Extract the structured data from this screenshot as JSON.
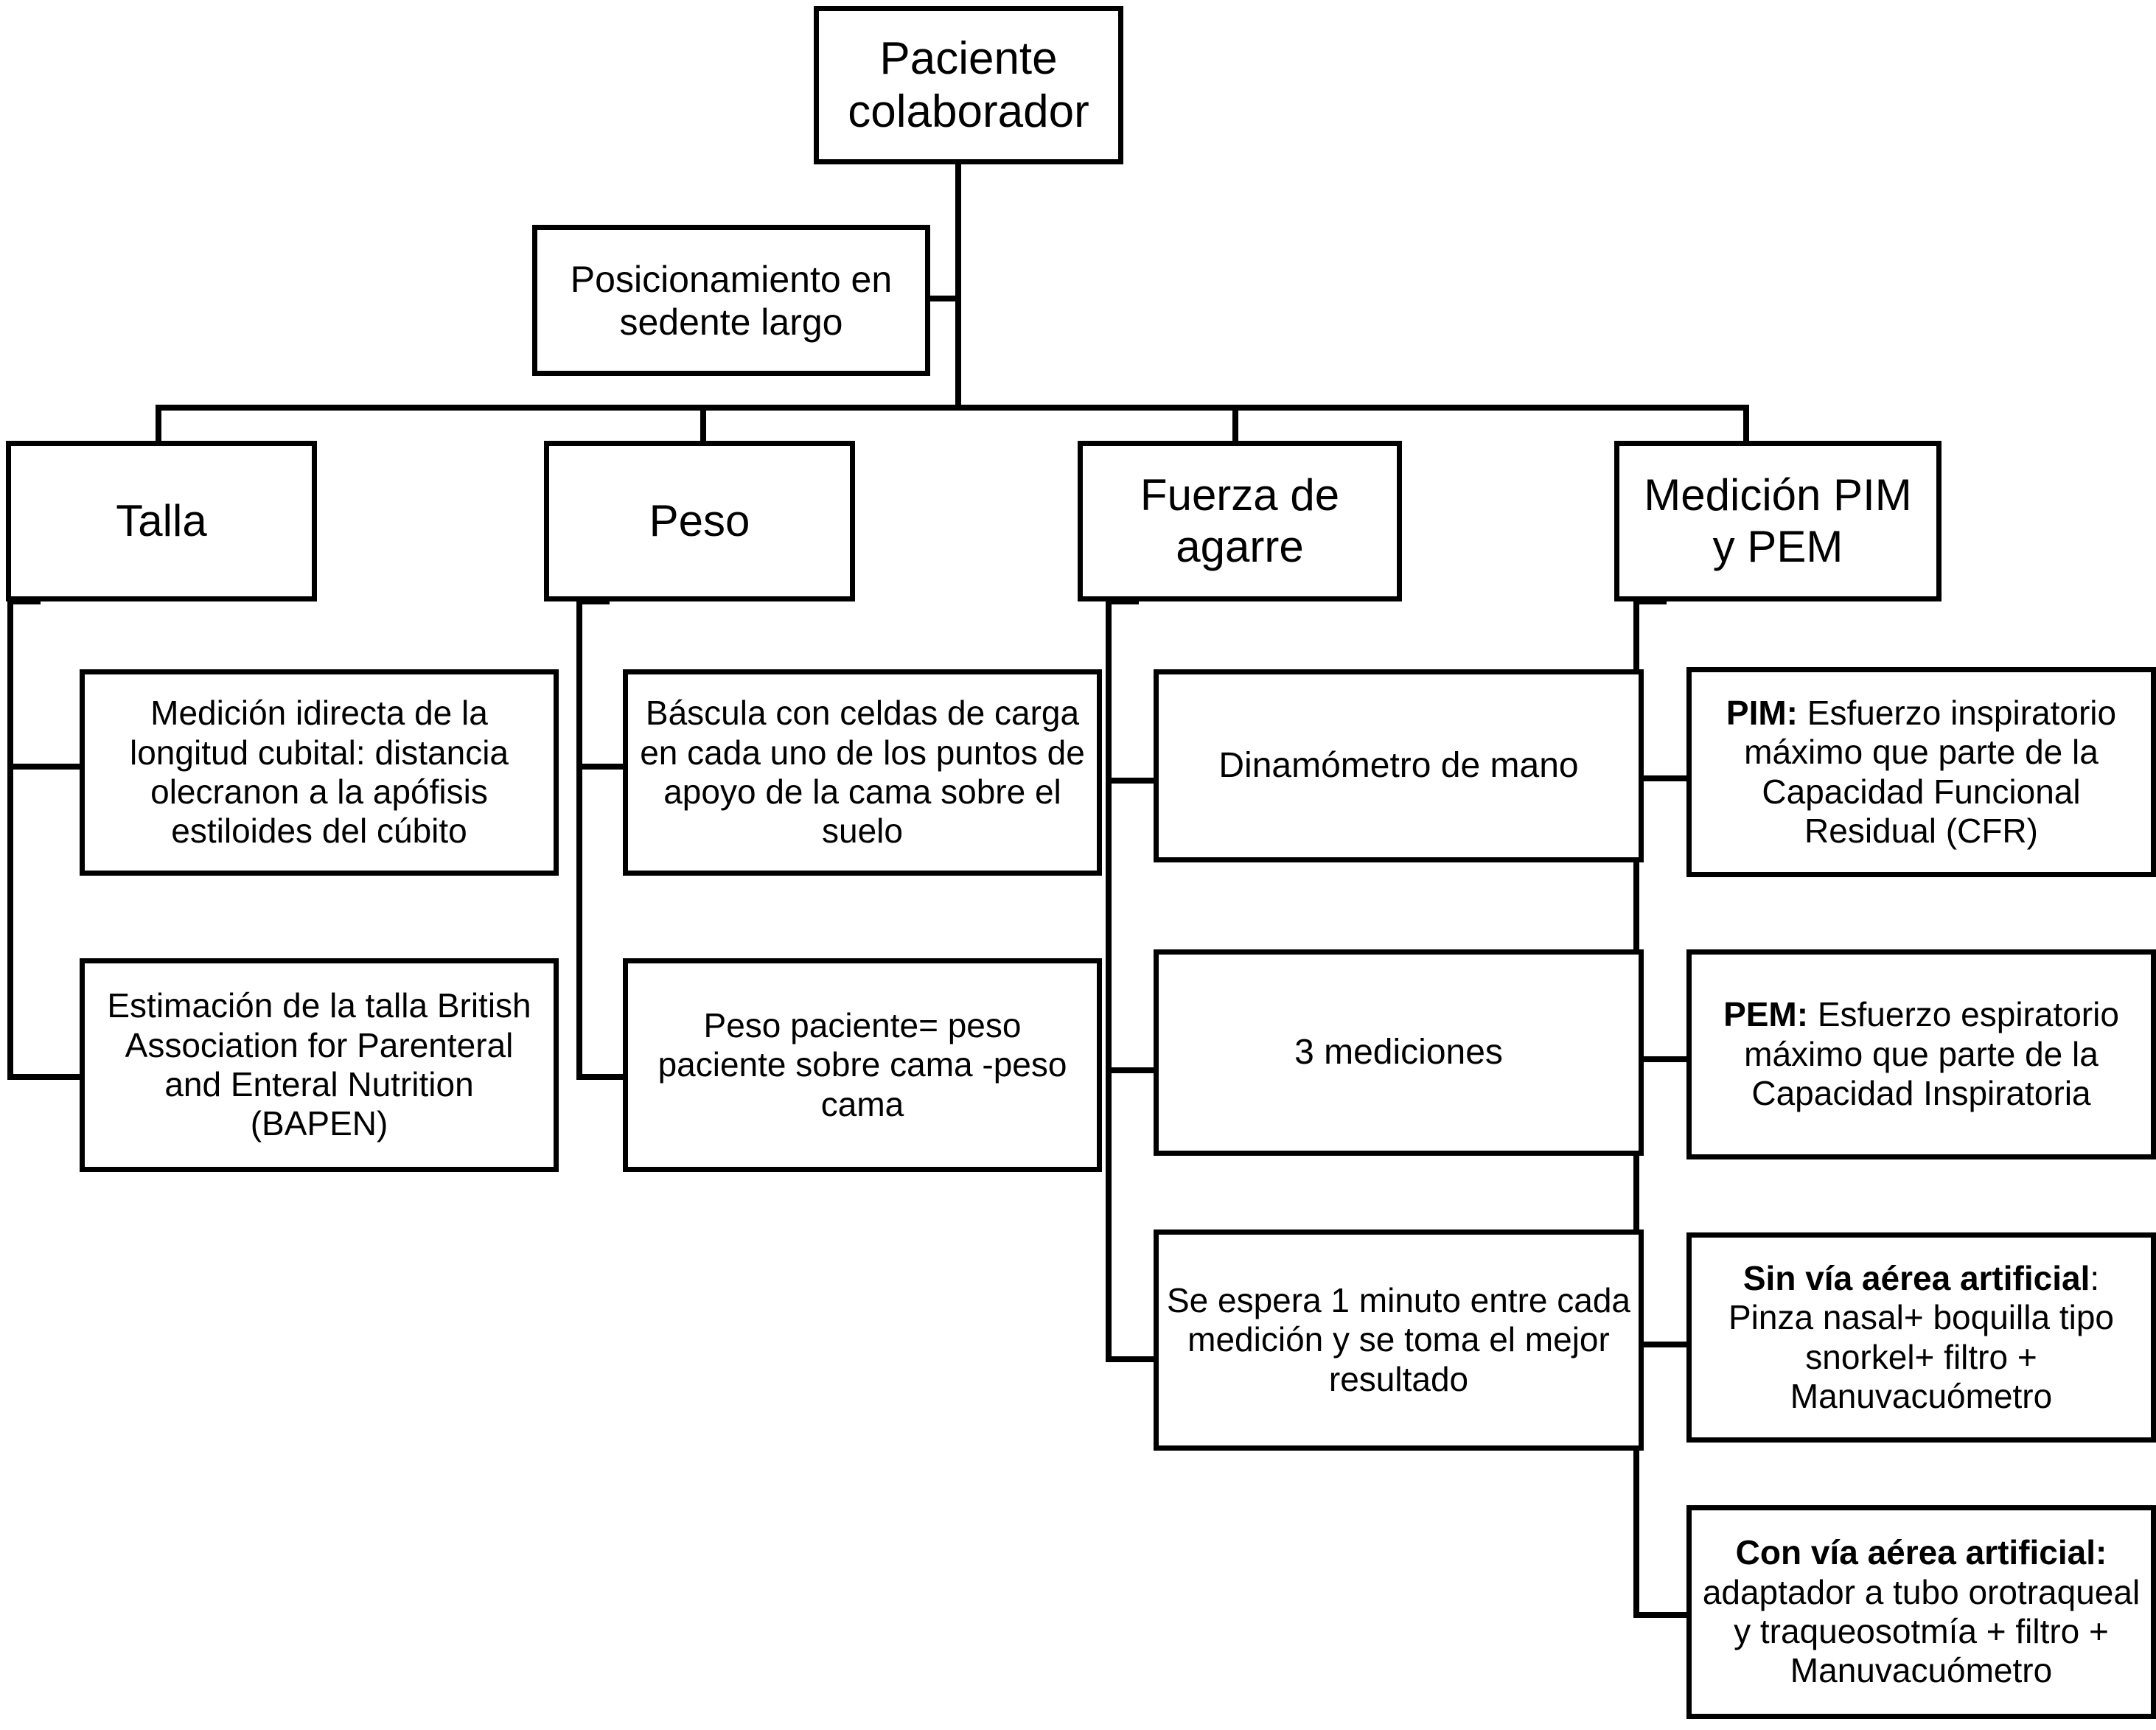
{
  "diagram": {
    "title": "Paciente colaborador",
    "type": "flowchart",
    "root": {
      "label": "Paciente colaborador"
    },
    "positioning": {
      "label": "Posicionamiento en sedente largo"
    },
    "categories": [
      {
        "id": "talla",
        "label": "Talla",
        "children": [
          {
            "label": "Medición idirecta de la longitud cubital: distancia olecranon a la apófisis estiloides del cúbito"
          },
          {
            "label": "Estimación de la talla British Association for Parenteral and Enteral Nutrition (BAPEN)"
          }
        ]
      },
      {
        "id": "peso",
        "label": "Peso",
        "children": [
          {
            "label": "Báscula con celdas de carga en cada uno de los puntos de apoyo de la cama sobre el suelo"
          },
          {
            "label": "Peso paciente= peso paciente sobre cama -peso cama"
          }
        ]
      },
      {
        "id": "fuerza-de-agarre",
        "label": "Fuerza de agarre",
        "children": [
          {
            "label": "Dinamómetro de mano"
          },
          {
            "label": "3 mediciones"
          },
          {
            "label": "Se espera 1 minuto entre cada medición y se toma el mejor resultado"
          }
        ]
      },
      {
        "id": "medicion-pim-y-pem",
        "label": "Medición PIM y PEM",
        "children": [
          {
            "bold": "PIM:",
            "label": " Esfuerzo inspiratorio máximo que parte de la Capacidad Funcional Residual (CFR)"
          },
          {
            "bold": "PEM:",
            "label": " Esfuerzo espiratorio máximo que parte de la Capacidad Inspiratoria"
          },
          {
            "bold": "Sin vía aérea artificial",
            "label": ": Pinza nasal+ boquilla tipo snorkel+ filtro + Manuvacuómetro"
          },
          {
            "bold": "Con vía aérea artificial:",
            "label": " adaptador a tubo orotraqueal y traqueosotmía + filtro + Manuvacuómetro"
          }
        ]
      }
    ],
    "colors": {
      "stroke": "#000000",
      "background": "#ffffff",
      "text": "#000000"
    }
  }
}
